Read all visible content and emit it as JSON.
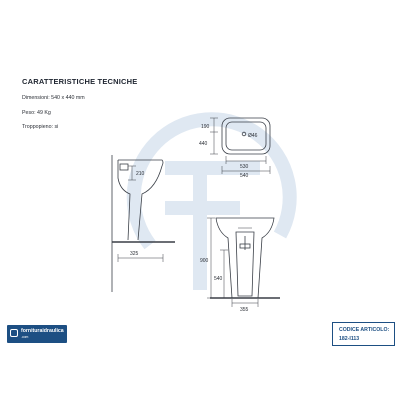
{
  "header": {
    "title": "CARATTERISTICHE TECNICHE"
  },
  "specs": [
    {
      "label": "Dimensioni:",
      "value": "540 x 440 mm"
    },
    {
      "label": "Peso:",
      "value": "49 Kg"
    },
    {
      "label": "Troppopieno:",
      "value": "si"
    }
  ],
  "top_view": {
    "dim_190": "190",
    "dim_440": "440",
    "dim_diam": "Ø46",
    "dim_530": "530",
    "dim_540": "540"
  },
  "side_view": {
    "dim_210": "210",
    "dim_325": "325"
  },
  "front_view": {
    "dim_900": "900",
    "dim_540": "540",
    "dim_355": "355"
  },
  "brand": {
    "name": "fornituraidraulica",
    "domain": ".com"
  },
  "product_code": {
    "label": "CODICE ARTICOLO:",
    "value": "182-I113"
  },
  "colors": {
    "brand": "#1d4f83",
    "watermark": "#dfe8f2",
    "line": "#3a3f47"
  }
}
